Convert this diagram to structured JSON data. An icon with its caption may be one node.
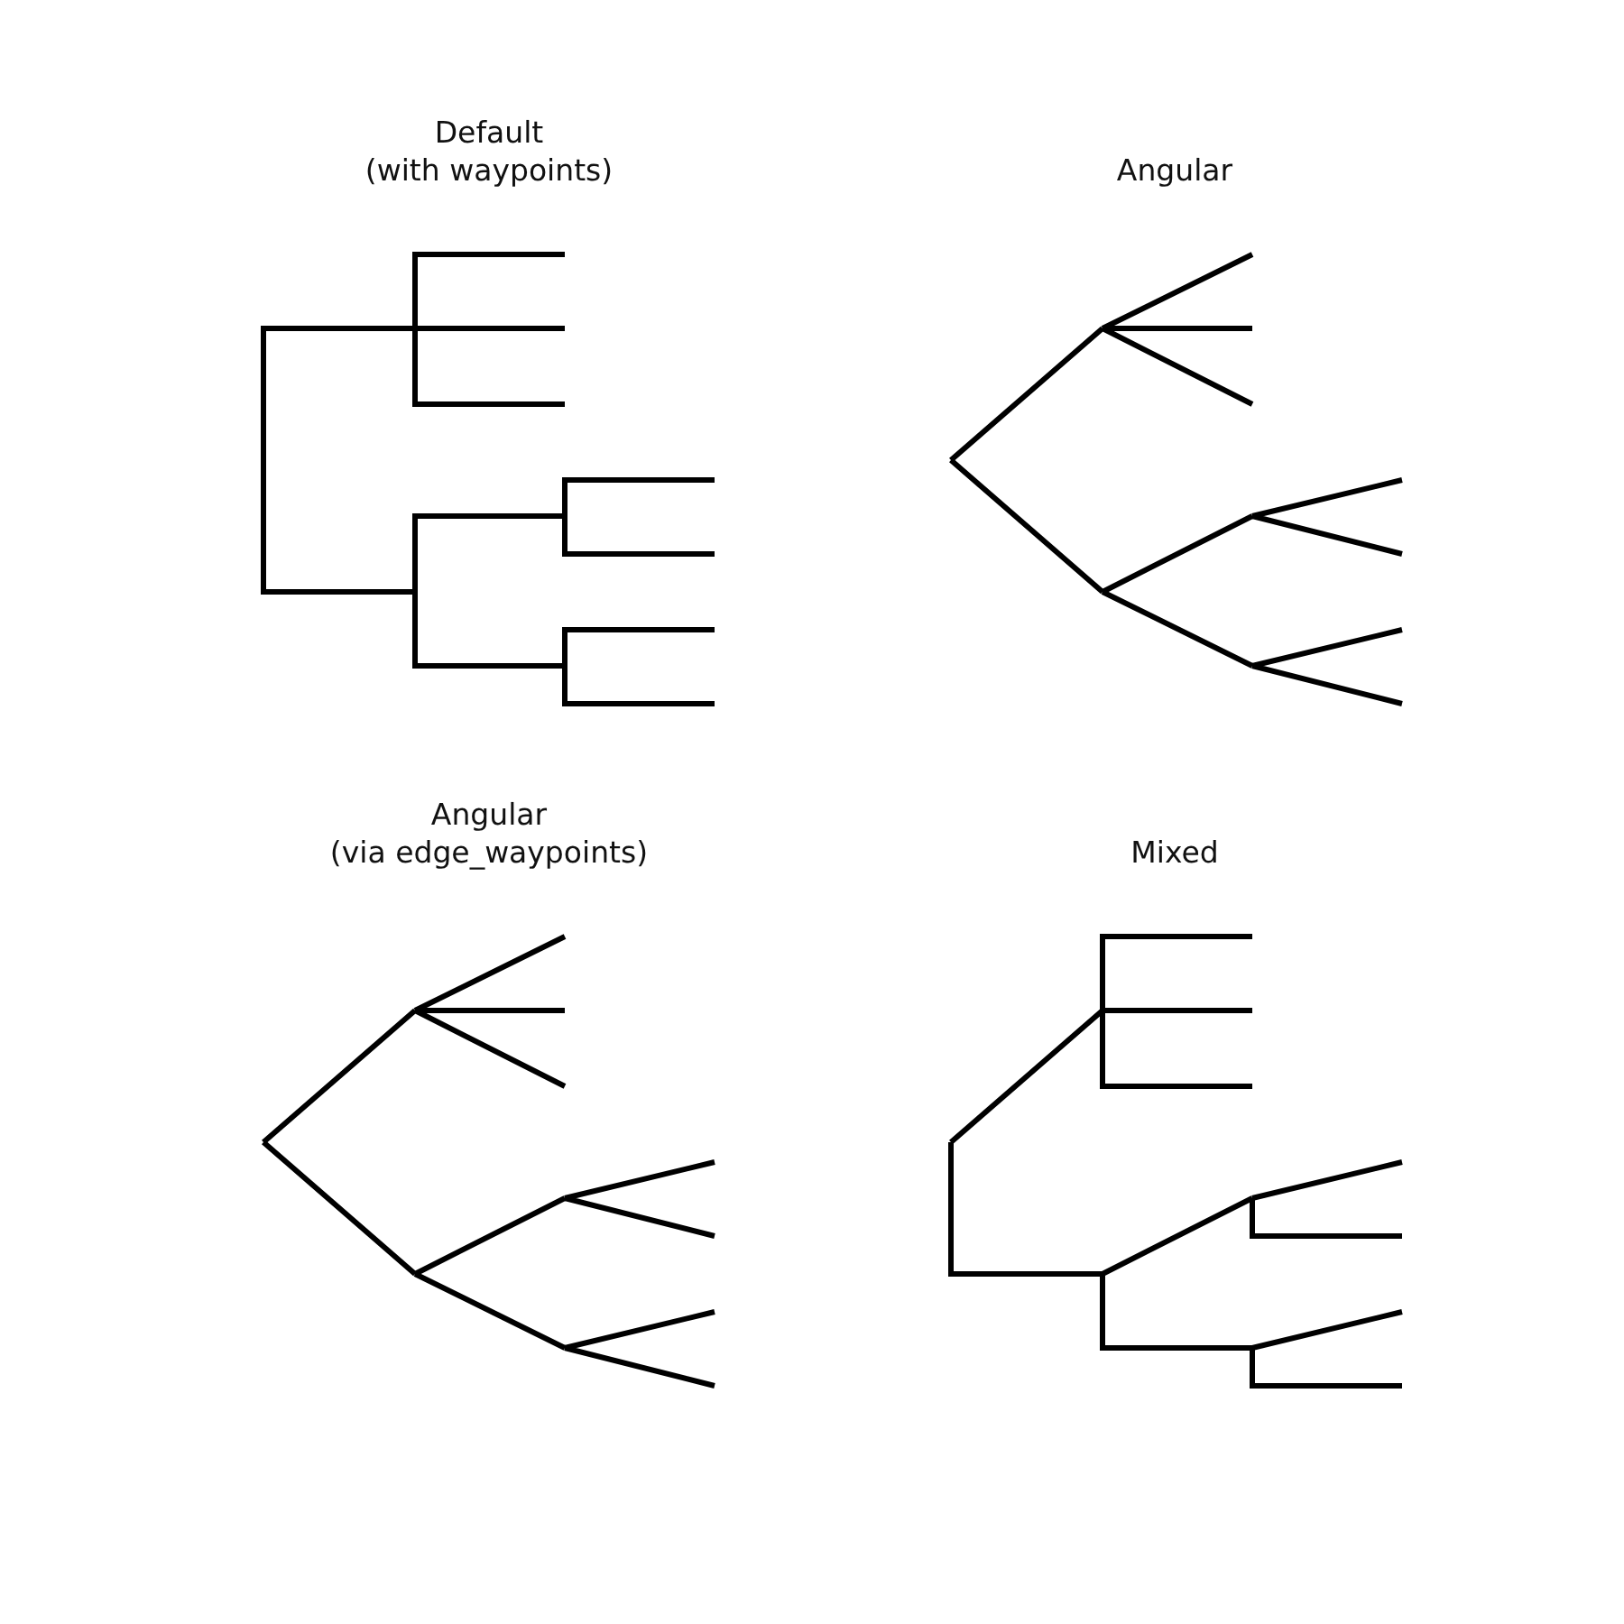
{
  "diagram": {
    "labels": [
      "Default (with waypoints)",
      "Angular",
      "Angular (via edge_waypoints)",
      "Mixed"
    ]
  }
}
